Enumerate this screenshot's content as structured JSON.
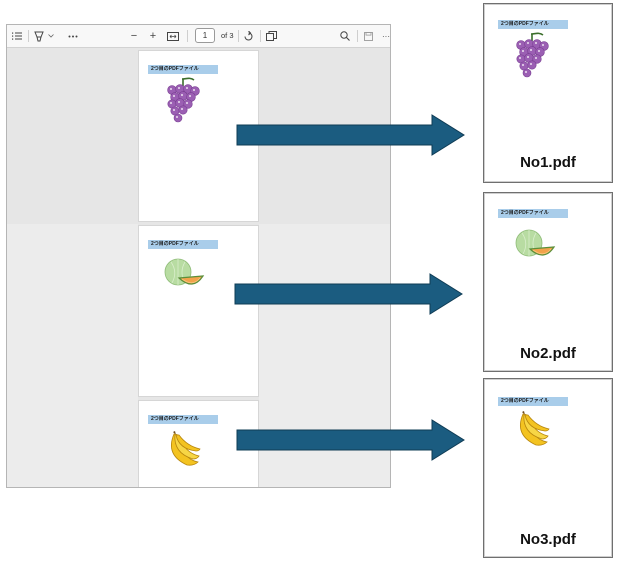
{
  "viewer": {
    "toolbar": {
      "contents_icon": "list-icon",
      "draw_icon": "highlighter-icon",
      "dropdown_icon": "chevron-down-icon",
      "more_icon": "more-horizontal-icon",
      "zoom_out_label": "−",
      "zoom_in_label": "+",
      "fit_icon": "fit-width-icon",
      "page_number": "1",
      "page_total_label": "of 3",
      "rotate_icon": "rotate-icon",
      "view_icon": "page-view-icon",
      "search_icon": "search-icon",
      "save_icon": "save-icon",
      "overflow_label": "···"
    },
    "pages": [
      {
        "label": "2つ目のPDFファイル",
        "fruit": "grapes"
      },
      {
        "label": "2つ目のPDFファイル",
        "fruit": "melon"
      },
      {
        "label": "2つ目のPDFファイル",
        "fruit": "banana"
      }
    ]
  },
  "outputs": [
    {
      "label": "2つ目のPDFファイル",
      "fruit": "grapes",
      "filename": "No1.pdf"
    },
    {
      "label": "2つ目のPDFファイル",
      "fruit": "melon",
      "filename": "No2.pdf"
    },
    {
      "label": "2つ目のPDFファイル",
      "fruit": "banana",
      "filename": "No3.pdf"
    }
  ],
  "colors": {
    "arrow_fill": "#1b5c80",
    "arrow_stroke": "#0f3c55",
    "label_bar": "#a9cdea",
    "grape": "#9b5fb3",
    "melon": "#b8dca2",
    "melon_flesh": "#f2a34b",
    "banana": "#f3c321"
  }
}
